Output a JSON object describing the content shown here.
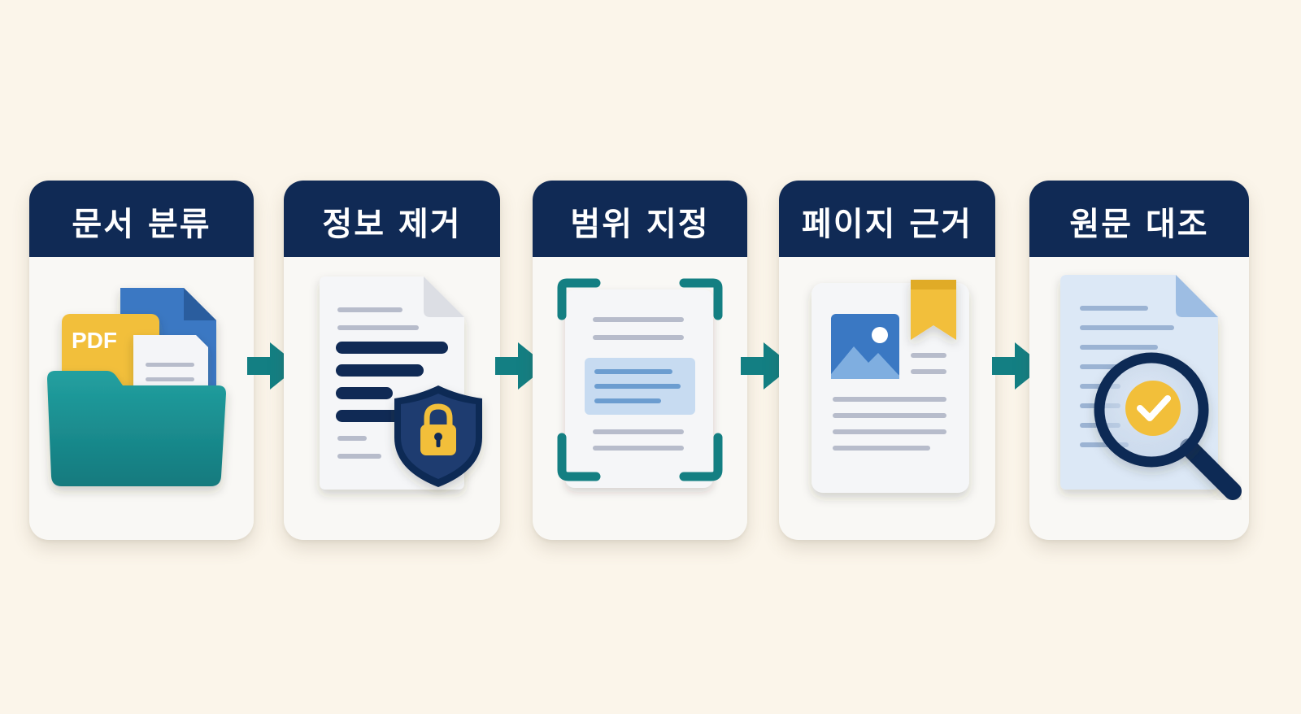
{
  "steps": [
    {
      "title": "문서 분류",
      "icon": "folder-pdf-icon"
    },
    {
      "title": "정보 제거",
      "icon": "document-lock-shield-icon"
    },
    {
      "title": "범위 지정",
      "icon": "document-selection-frame-icon"
    },
    {
      "title": "페이지 근거",
      "icon": "document-image-bookmark-icon"
    },
    {
      "title": "원문 대조",
      "icon": "document-magnifier-check-icon"
    }
  ],
  "folder": {
    "label": "PDF"
  },
  "colors": {
    "background": "#fbf5ea",
    "header": "#102a55",
    "arrow": "#137f83",
    "folder": "#1a8a8c",
    "accent_yellow": "#f2bf3a",
    "accent_blue": "#3a78c3"
  }
}
